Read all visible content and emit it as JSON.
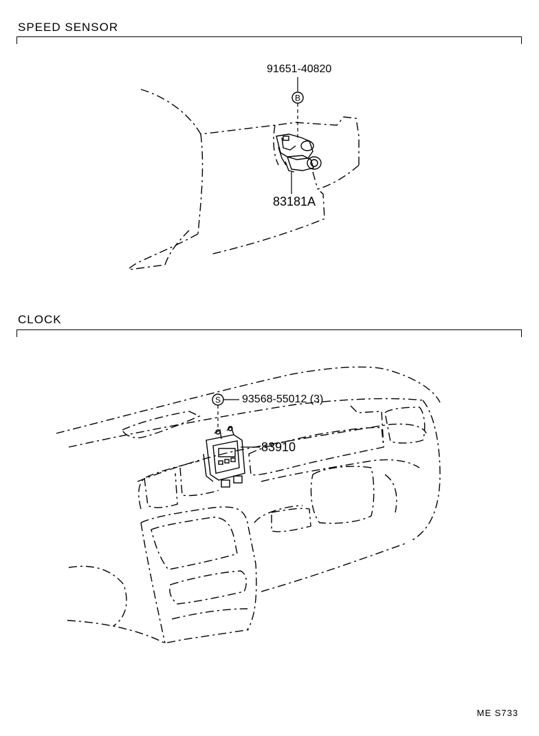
{
  "sections": {
    "speed_sensor": {
      "title": "SPEED SENSOR",
      "parts": [
        {
          "number": "91651-40820",
          "symbol": "B"
        },
        {
          "number": "83181A"
        }
      ]
    },
    "clock": {
      "title": "CLOCK",
      "parts": [
        {
          "number": "93568-55012 (3)",
          "symbol": "S"
        },
        {
          "number": "83910"
        }
      ]
    }
  },
  "footer": {
    "code": "ME  S733"
  }
}
